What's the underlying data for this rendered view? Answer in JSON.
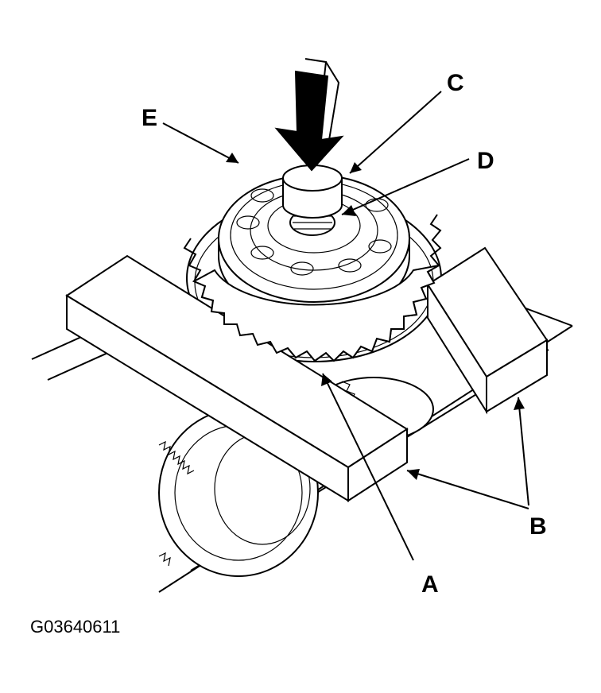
{
  "labels": {
    "a": "A",
    "b": "B",
    "c": "C",
    "d": "D",
    "e": "E"
  },
  "figure_id": "G03640611",
  "colors": {
    "ink": "#000000",
    "paper": "#ffffff"
  }
}
